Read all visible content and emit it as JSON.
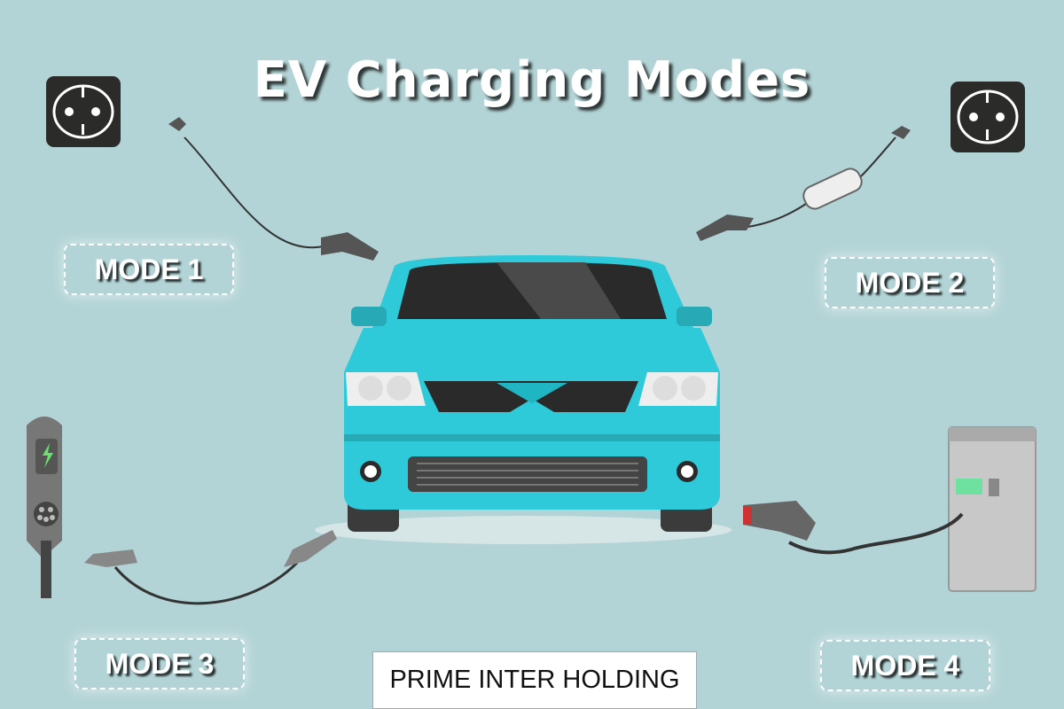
{
  "title": "EV Charging Modes",
  "modes": [
    {
      "label": "MODE 1"
    },
    {
      "label": "MODE 2"
    },
    {
      "label": "MODE 3"
    },
    {
      "label": "MODE 4"
    }
  ],
  "footer": "PRIME INTER HOLDING",
  "colors": {
    "background": "#b3d4d6",
    "car": "#2ecad9",
    "socket": "#2b2b29"
  }
}
